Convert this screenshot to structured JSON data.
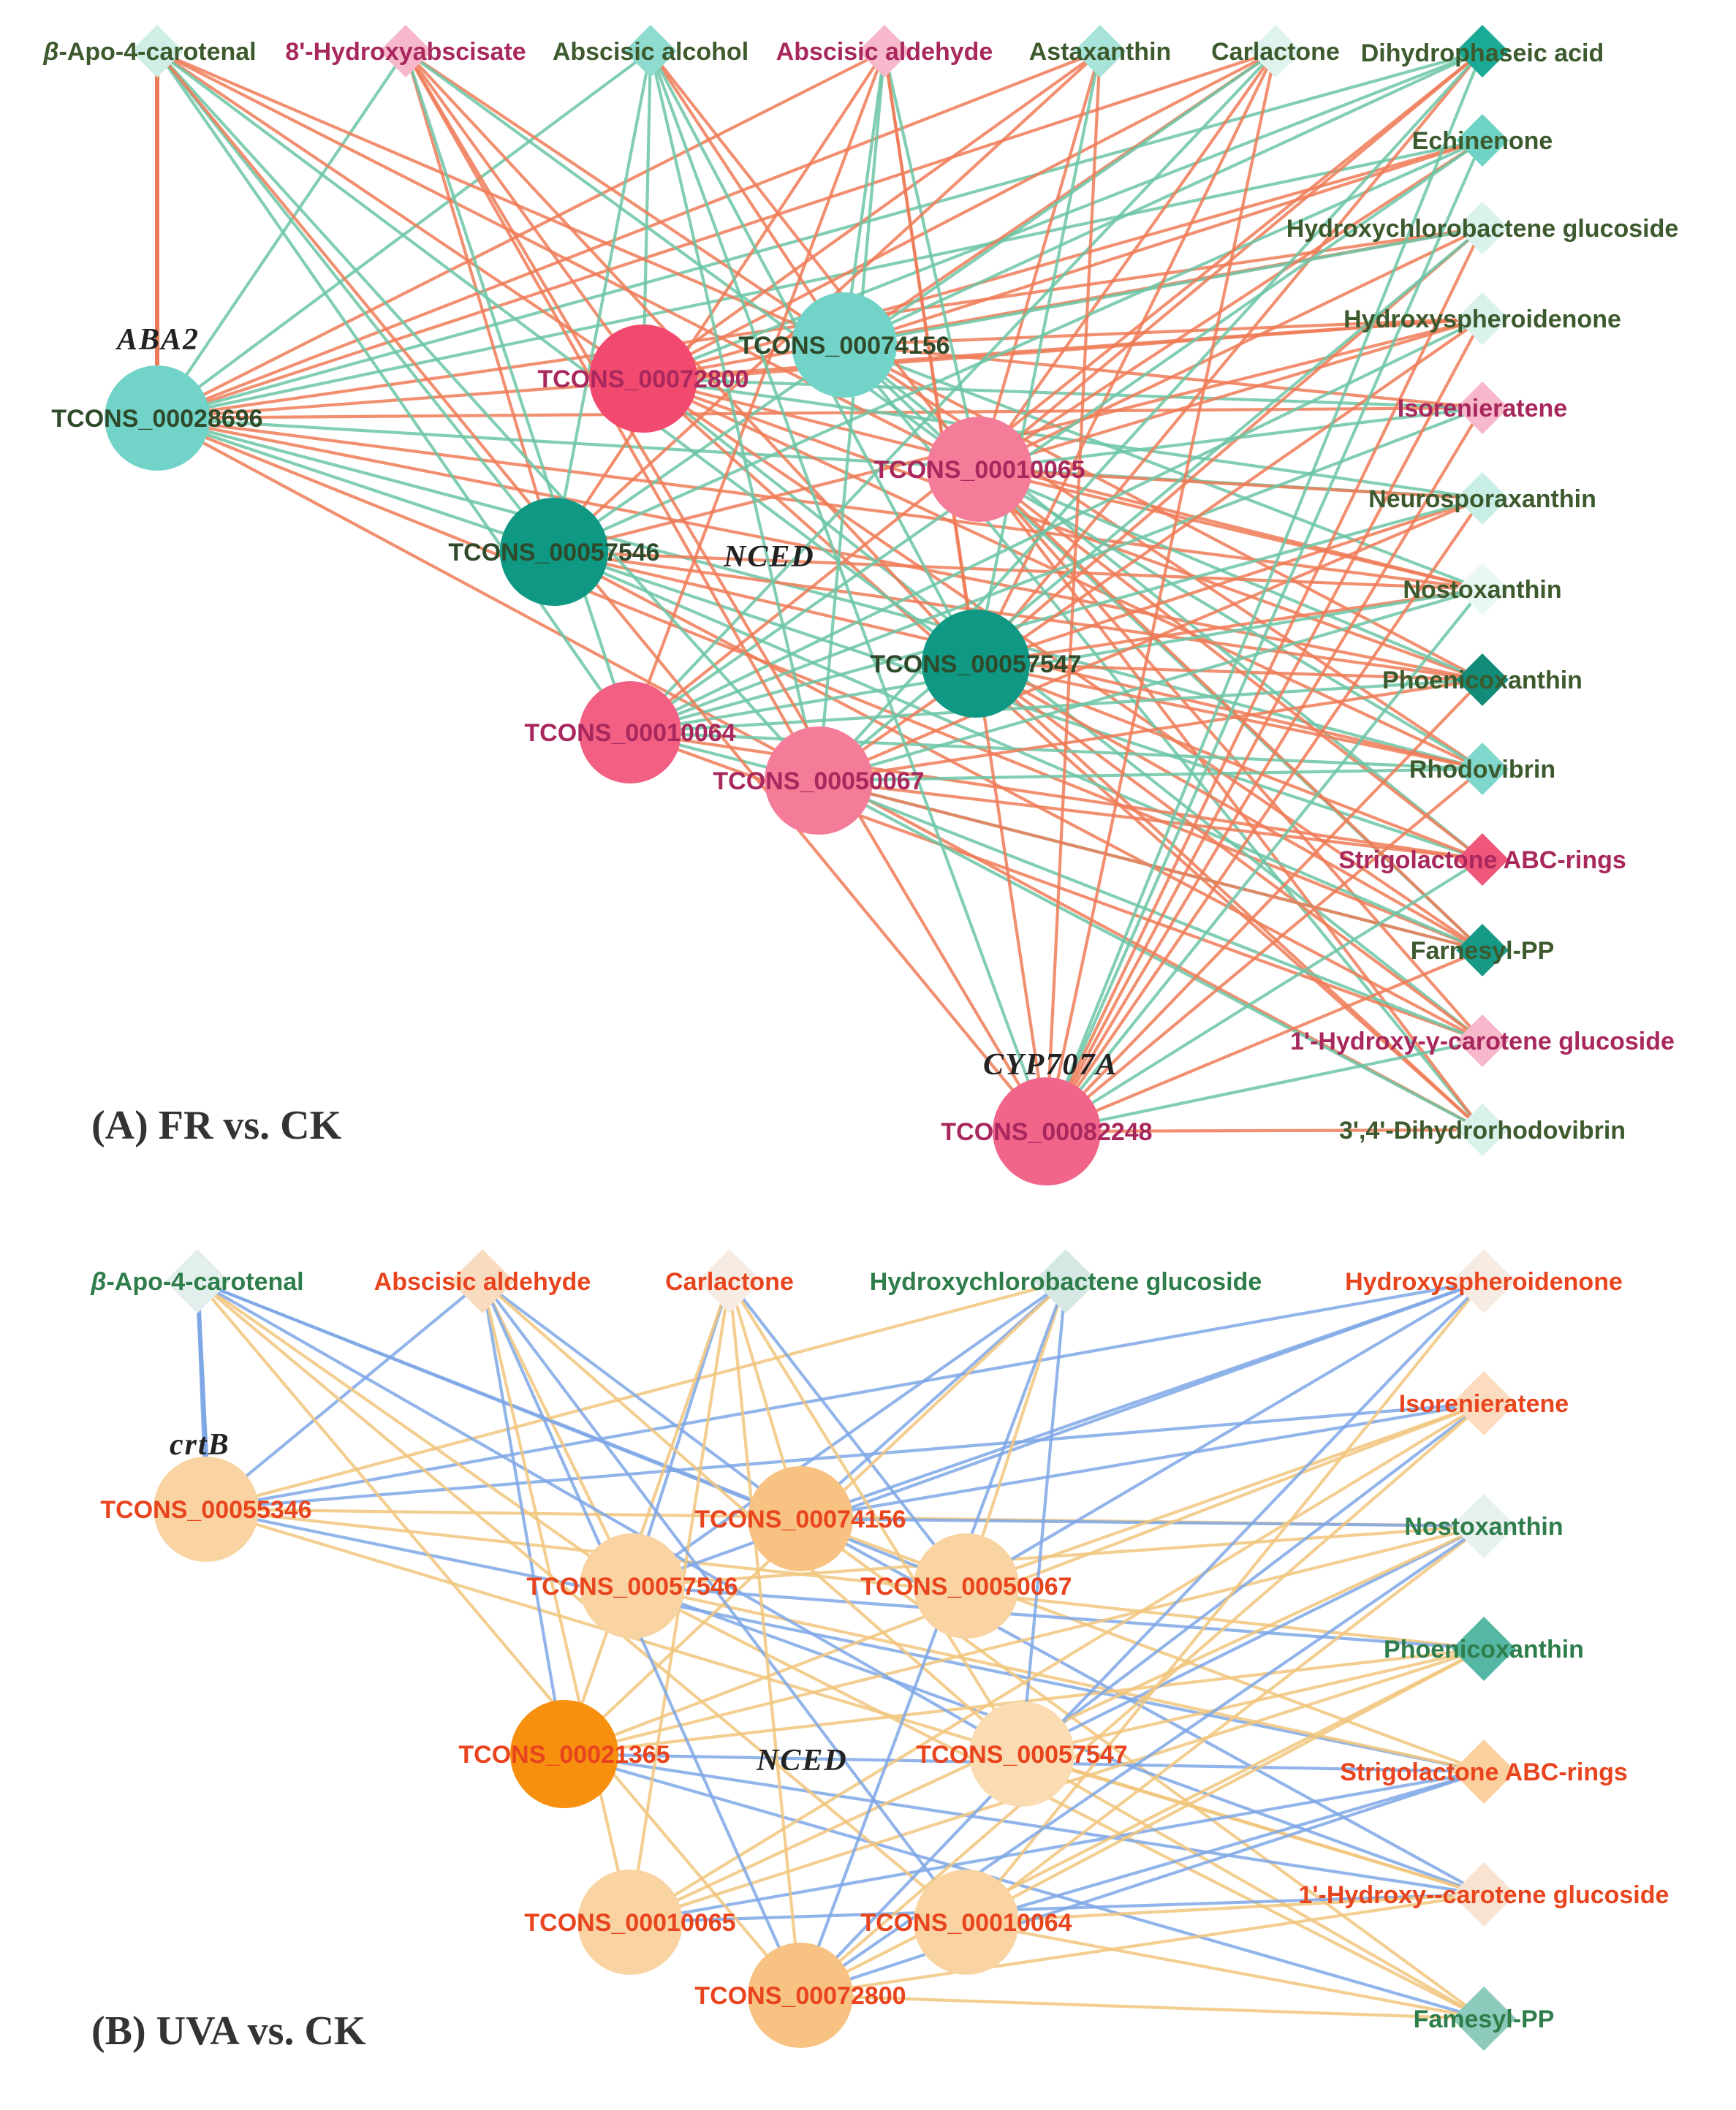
{
  "panels": [
    {
      "id": "A",
      "title": "(A) FR vs. CK",
      "legend_colors": {
        "metab_green_text": "#3d5a2e",
        "metab_pink_text": "#a8285e",
        "gene_teal_text": "#2f4a2a",
        "gene_pink_text": "#a8285e"
      },
      "edge_colors": {
        "positive": "#ee7b57",
        "negative": "#6cc6a6"
      },
      "metabolites": [
        {
          "label": "β-Apo-4-carotenal",
          "italic_prefix": "β",
          "rest": "-Apo-4-carotenal",
          "color": "#cfeee6",
          "text": "#3d5a2e"
        },
        {
          "label": "8'-Hydroxyabscisate",
          "color": "#f7b8cb",
          "text": "#a8285e"
        },
        {
          "label": "Abscisic alcohol",
          "color": "#8fdbd0",
          "text": "#3d5a2e"
        },
        {
          "label": "Abscisic aldehyde",
          "color": "#f7b8cb",
          "text": "#a8285e"
        },
        {
          "label": "Astaxanthin",
          "color": "#a8e3da",
          "text": "#3d5a2e"
        },
        {
          "label": "Carlactone",
          "color": "#dff4ef",
          "text": "#3d5a2e"
        },
        {
          "label": "Dihydrophaseic acid",
          "color": "#1aaa96",
          "text": "#3d5a2e"
        },
        {
          "label": "Echinenone",
          "color": "#6fd4c6",
          "text": "#3d5a2e"
        },
        {
          "label": "Hydroxychlorobactene glucoside",
          "color": "#d9f2ec",
          "text": "#3d5a2e"
        },
        {
          "label": "Hydroxyspheroidenone",
          "color": "#d9f2ec",
          "text": "#3d5a2e"
        },
        {
          "label": "Isorenieratene",
          "color": "#f7b8cb",
          "text": "#a8285e"
        },
        {
          "label": "Neurosporaxanthin",
          "color": "#c8eee6",
          "text": "#3d5a2e"
        },
        {
          "label": "Nostoxanthin",
          "color": "#eaf8f4",
          "text": "#3d5a2e"
        },
        {
          "label": "Phoenicoxanthin",
          "color": "#128c78",
          "text": "#3d5a2e"
        },
        {
          "label": "Rhodovibrin",
          "color": "#7fd8cb",
          "text": "#3d5a2e"
        },
        {
          "label": "Strigolactone ABC-rings",
          "color": "#f0557a",
          "text": "#a8285e"
        },
        {
          "label": "Farnesyl-PP",
          "color": "#169a86",
          "text": "#3d5a2e"
        },
        {
          "label": "1'-Hydroxy-γ-carotene glucoside",
          "color": "#f7b8cb",
          "text": "#a8285e"
        },
        {
          "label": "3',4'-Dihydrorhodovibrin",
          "color": "#d9f2ec",
          "text": "#3d5a2e"
        }
      ],
      "genes": [
        {
          "label": "TCONS_00028696",
          "color": "#72d3c8",
          "text": "#2f4a2a"
        },
        {
          "label": "TCONS_00072800",
          "color": "#f2496f",
          "text": "#a8285e"
        },
        {
          "label": "TCONS_00074156",
          "color": "#72d3c8",
          "text": "#2f4a2a"
        },
        {
          "label": "TCONS_00010065",
          "color": "#f47c98",
          "text": "#a8285e"
        },
        {
          "label": "TCONS_00057546",
          "color": "#0f9884",
          "text": "#2f4a2a"
        },
        {
          "label": "TCONS_00057547",
          "color": "#0f9884",
          "text": "#2f4a2a"
        },
        {
          "label": "TCONS_00010064",
          "color": "#f25f82",
          "text": "#a8285e"
        },
        {
          "label": "TCONS_00050067",
          "color": "#f47c98",
          "text": "#a8285e"
        },
        {
          "label": "TCONS_00082248",
          "color": "#f2658a",
          "text": "#a8285e"
        }
      ],
      "gene_groups": [
        "ABA2",
        "NCED",
        "CYP707A"
      ]
    },
    {
      "id": "B",
      "title": "(B) UVA vs. CK",
      "edge_colors": {
        "positive": "#f1c67d",
        "negative": "#7ea7e6"
      },
      "metabolites": [
        {
          "label": "β-Apo-4-carotenal",
          "italic_prefix": "β",
          "rest": "-Apo-4-carotenal",
          "color": "#e3efec",
          "text": "#2e7d4a"
        },
        {
          "label": "Abscisic aldehyde",
          "color": "#f9dcbf",
          "text": "#e8441e"
        },
        {
          "label": "Carlactone",
          "color": "#f6ece4",
          "text": "#e8441e"
        },
        {
          "label": "Hydroxychlorobactene glucoside",
          "color": "#d5e8e3",
          "text": "#2e7d4a"
        },
        {
          "label": "Hydroxyspheroidenone",
          "color": "#f6ece4",
          "text": "#e8441e"
        },
        {
          "label": "Isorenieratene",
          "color": "#fbdcc0",
          "text": "#e8441e"
        },
        {
          "label": "Nostoxanthin",
          "color": "#e6f1ee",
          "text": "#2e7d4a"
        },
        {
          "label": "Phoenicoxanthin",
          "color": "#56b8a4",
          "text": "#2e7d4a"
        },
        {
          "label": "Strigolactone ABC-rings",
          "color": "#f9d09e",
          "text": "#e8441e"
        },
        {
          "label": "1'-Hydroxy--carotene glucoside",
          "color": "#f9e3d0",
          "text": "#e8441e"
        },
        {
          "label": "Famesyl-PP",
          "color": "#8ccabb",
          "text": "#2e7d4a"
        }
      ],
      "genes": [
        {
          "label": "TCONS_00055346",
          "color": "#f9d4a2",
          "text": "#e8441e"
        },
        {
          "label": "TCONS_00074156",
          "color": "#f8c282",
          "text": "#e8441e"
        },
        {
          "label": "TCONS_00057546",
          "color": "#f9d4a2",
          "text": "#e8441e"
        },
        {
          "label": "TCONS_00050067",
          "color": "#f9d4a2",
          "text": "#e8441e"
        },
        {
          "label": "TCONS_00021365",
          "color": "#f78f0f",
          "text": "#e8441e"
        },
        {
          "label": "TCONS_00057547",
          "color": "#fadbb2",
          "text": "#e8441e"
        },
        {
          "label": "TCONS_00010065",
          "color": "#f9d4a2",
          "text": "#e8441e"
        },
        {
          "label": "TCONS_00010064",
          "color": "#f9d4a2",
          "text": "#e8441e"
        },
        {
          "label": "TCONS_00072800",
          "color": "#f8c282",
          "text": "#e8441e"
        }
      ],
      "gene_groups": [
        "crtB",
        "NCED"
      ]
    }
  ]
}
